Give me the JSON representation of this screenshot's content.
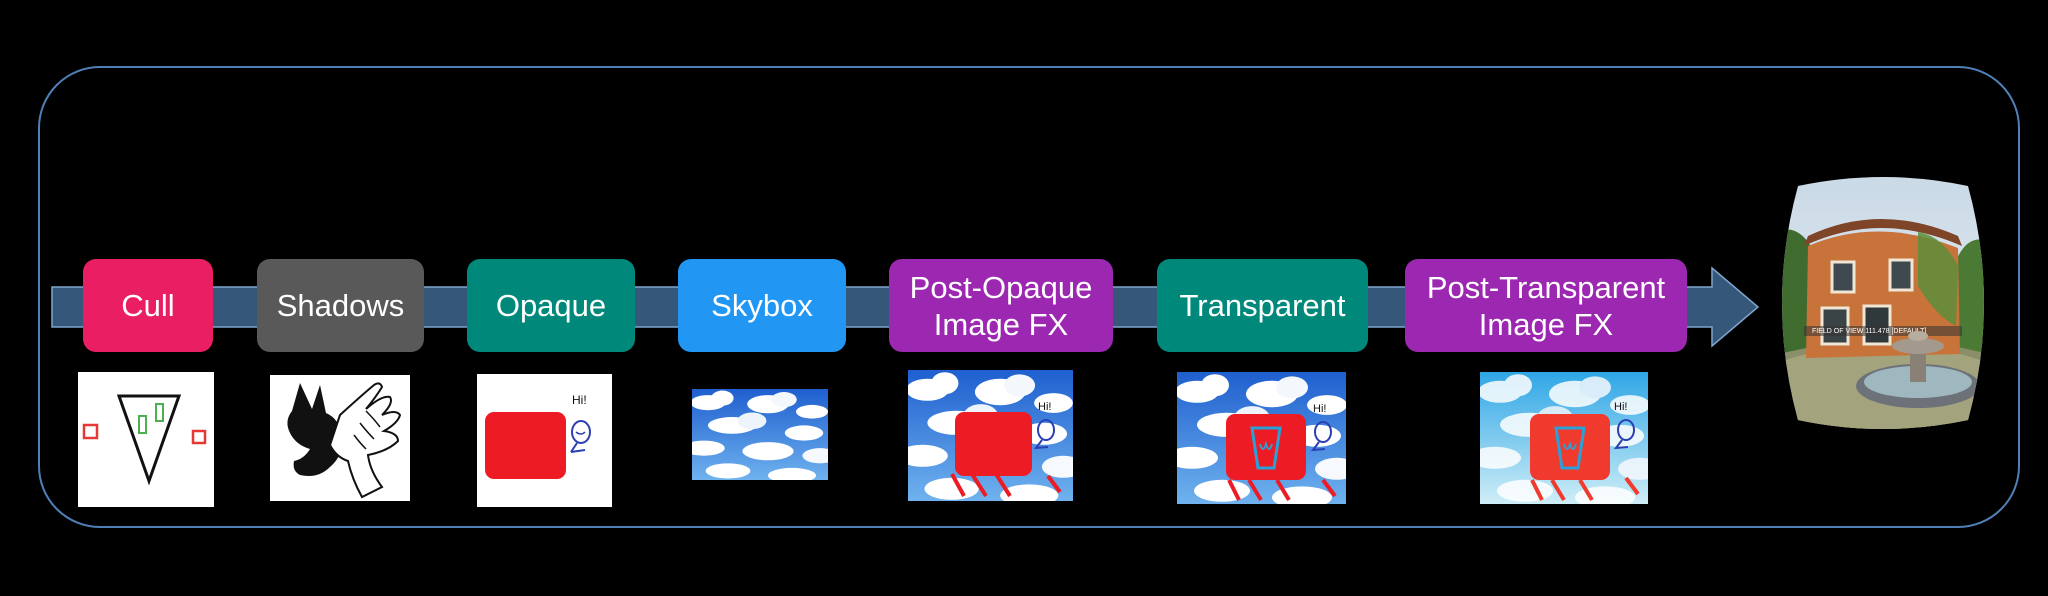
{
  "pipeline": {
    "stages": [
      {
        "label": "Cull",
        "color": "#e91e63"
      },
      {
        "label": "Shadows",
        "color": "#595959"
      },
      {
        "label": "Opaque",
        "color": "#00897b"
      },
      {
        "label": "Skybox",
        "color": "#2196f3"
      },
      {
        "label": "Post-Opaque\nImage FX",
        "color": "#9c27b0"
      },
      {
        "label": "Transparent",
        "color": "#00897b"
      },
      {
        "label": "Post-Transparent\nImage FX",
        "color": "#9c27b0"
      }
    ],
    "arrow_color": "#35577a",
    "frame_color": "#4f7fb6"
  },
  "thumbnails": {
    "opaque_text": "Hi!",
    "post_opaque_text": "Hi!",
    "transparent_text": "Hi!",
    "post_transparent_text": "Hi!"
  },
  "result": {
    "hud_text": "FIELD OF VIEW   111.478   [DEFAULT]"
  }
}
